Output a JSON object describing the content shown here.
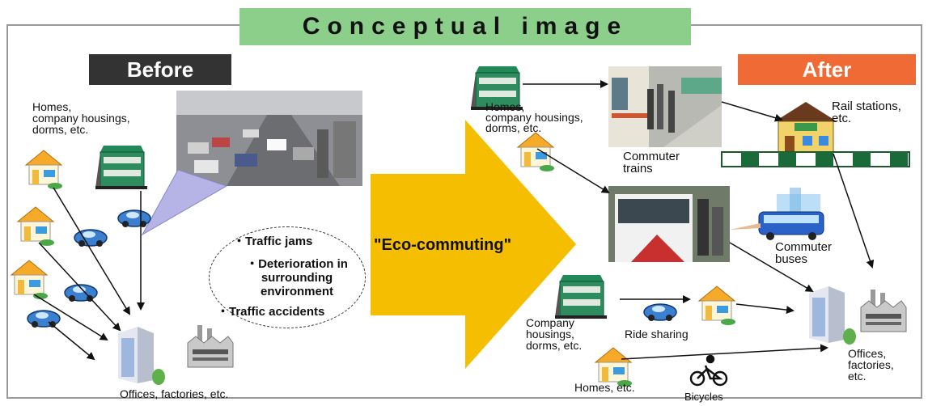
{
  "title": "Conceptual image",
  "before": {
    "header": "Before",
    "homes_label": "Homes,\ncompany housings,\ndorms, etc.",
    "destination_label": "Offices, factories, etc.",
    "issues": [
      "・Traffic jams",
      "・Deterioration in\nsurrounding\nenvironment",
      "・Traffic accidents"
    ]
  },
  "arrow_label": "\"Eco-commuting\"",
  "after": {
    "header": "After",
    "homes_label": "Homes,\ncompany housings,\ndorms, etc.",
    "rail_label": "Rail stations,\netc.",
    "train_label": "Commuter\ntrains",
    "bus_label": "Commuter\nbuses",
    "company_label": "Company\nhousings,\ndorms, etc.",
    "ride_label": "Ride sharing",
    "homes2_label": "Homes, etc.",
    "bicycle_label": "Bicycles",
    "destination_label": "Offices,\nfactories,\netc."
  },
  "colors": {
    "title_bg": "#8ccf8a",
    "before_bg": "#333333",
    "after_bg": "#ef6a35",
    "arrow": "#f6be00",
    "car": "#3a7fd0",
    "building": "#1f8a57"
  },
  "icons": [
    "house-icon",
    "apartment-icon",
    "car-icon",
    "office-building-icon",
    "factory-icon",
    "train-station-icon",
    "bus-icon",
    "bicycle-icon",
    "traffic-photo",
    "train-photo",
    "bus-photo"
  ]
}
